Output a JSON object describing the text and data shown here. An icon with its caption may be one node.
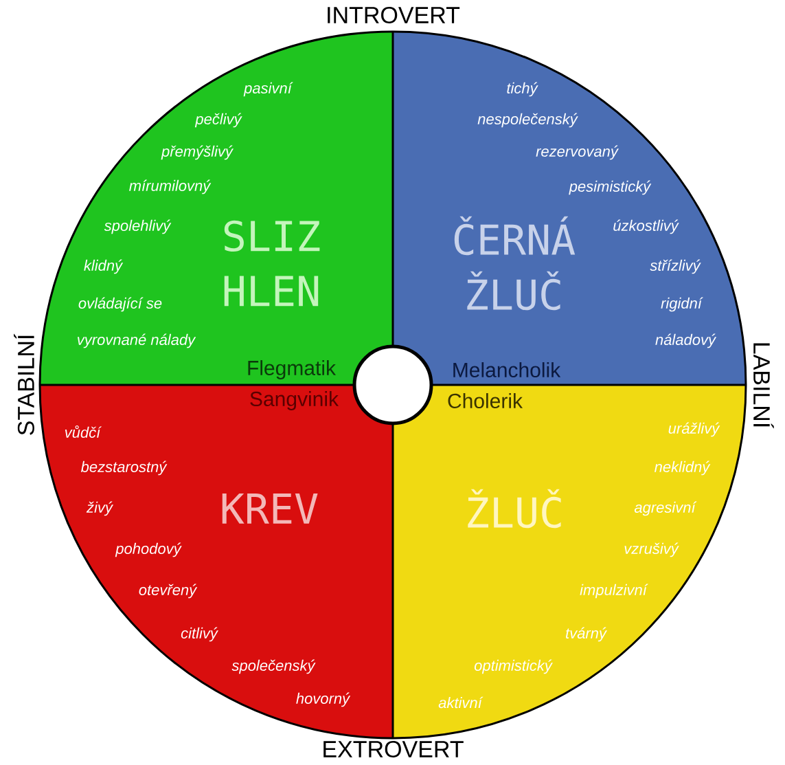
{
  "diagram": {
    "nodes": [
      {
        "text": [
          "pasivní",
          "pečlivý",
          "přemýšlivý",
          "mírumilovný",
          "spolehlivý",
          "SLIZ HLEN",
          "klidný",
          "ovládající se",
          "vyrovnané nálady",
          "Flegmatik"
        ]
      },
      {
        "text": [
          "tichý",
          "nespolečenský",
          "rezervovaný",
          "pesimistický",
          "úzkostlivý",
          "ČERNÁ ŽLUČ",
          "střízlivý",
          "rigidní",
          "náladový",
          "Melancholik"
        ]
      },
      {
        "text": [
          "Sangvinik",
          "vůdčí",
          "bezstarostný",
          "živý",
          "KREV",
          "pohodový",
          "otevřený",
          "citlivý",
          "společenský",
          "hovorný"
        ]
      },
      {
        "text": [
          "Cholerik",
          "urážlivý",
          "neklidný",
          "ŽLUČ",
          "agresivní",
          "vzrušivý",
          "impulzivní",
          "tvárný",
          "optimistický",
          "aktivní"
        ]
      },
      {
        "text": [],
        "shape": "circle"
      }
    ],
    "labels": [
      "INTROVERT",
      "STABILNÍ",
      "LABILNÍ",
      "EXTROVERT"
    ]
  }
}
